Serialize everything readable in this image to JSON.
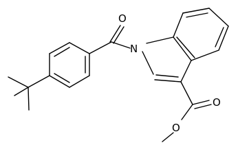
{
  "structure": {
    "atom_labels": {
      "carbonyl_oxygen": "O",
      "indole_nitrogen": "N",
      "ester_carbonyl_oxygen": "O",
      "ester_ether_oxygen": "O"
    }
  }
}
